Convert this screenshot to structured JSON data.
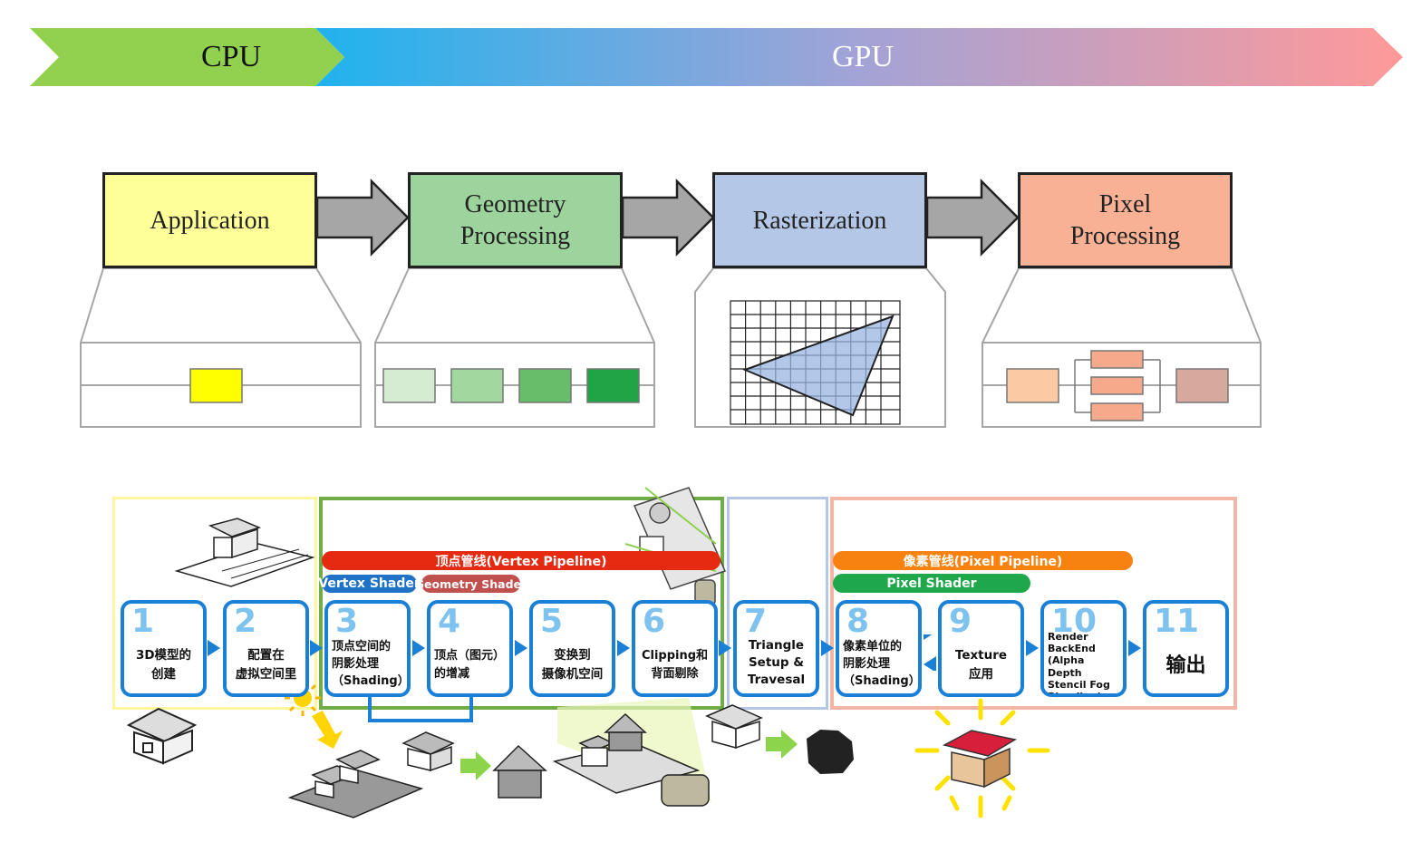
{
  "banner": {
    "cpu_label": "CPU",
    "gpu_label": "GPU",
    "colors": {
      "cpu": "#92d050",
      "gpu_start": "#1fb3ee",
      "gpu_mid": "#a3a3d6",
      "gpu_end": "#ff9999"
    }
  },
  "stages": [
    {
      "label": "Application",
      "color": "#ffff99"
    },
    {
      "label": "Geometry Processing",
      "color": "#9dd49d"
    },
    {
      "label": "Rasterization",
      "color": "#b4c7e7"
    },
    {
      "label": "Pixel Processing",
      "color": "#f8b195"
    }
  ],
  "pipelines": {
    "vertex_pipeline": "顶点管线(Vertex Pipeline)",
    "vertex_shader": "Vertex Shader",
    "geometry_shader": "Geometry Shader",
    "pixel_pipeline": "像素管线(Pixel Pipeline)",
    "pixel_shader": "Pixel Shader"
  },
  "steps": [
    {
      "num": "1",
      "text": "3D模型的\n创建"
    },
    {
      "num": "2",
      "text": "配置在\n虚拟空间里"
    },
    {
      "num": "3",
      "text": "顶点空间的\n阴影处理\n（Shading）"
    },
    {
      "num": "4",
      "text": "顶点（图元）\n的增减"
    },
    {
      "num": "5",
      "text": "变换到\n摄像机空间"
    },
    {
      "num": "6",
      "text": "Clipping和\n背面剔除"
    },
    {
      "num": "7",
      "text": "Triangle\nSetup &\nTravesal"
    },
    {
      "num": "8",
      "text": "像素单位的\n阴影处理\n（Shading）"
    },
    {
      "num": "9",
      "text": "Texture\n应用"
    },
    {
      "num": "10",
      "text": "Render BackEnd\n(Alpha Depth\nStencil Fog\nBlending)"
    },
    {
      "num": "11",
      "text": "输出"
    }
  ],
  "colors": {
    "step_border": "#1a7fd6",
    "step_number": "#7ec3ef",
    "region_application": "#fff59d",
    "region_geometry": "#70ad47",
    "region_raster": "#b4c7e7",
    "region_pixel": "#f4b6a4",
    "pill_vertex_pipeline": "#e62a12",
    "pill_vertex_shader": "#1f72c8",
    "pill_geometry_shader": "#c0504d",
    "pill_pixel_pipeline": "#f7820f",
    "pill_pixel_shader": "#1fa84b"
  }
}
